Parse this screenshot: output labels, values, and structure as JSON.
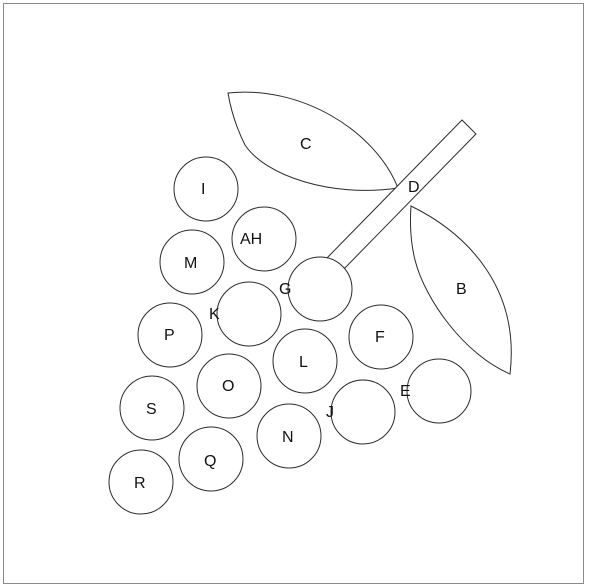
{
  "diagram": {
    "labels": {
      "A": "AH",
      "B": "B",
      "C": "C",
      "D": "D",
      "E": "E",
      "F": "F",
      "G": "G",
      "I": "I",
      "J": "J",
      "K": "K",
      "L": "L",
      "M": "M",
      "N": "N",
      "O": "O",
      "P": "P",
      "Q": "Q",
      "R": "R",
      "S": "S"
    }
  }
}
